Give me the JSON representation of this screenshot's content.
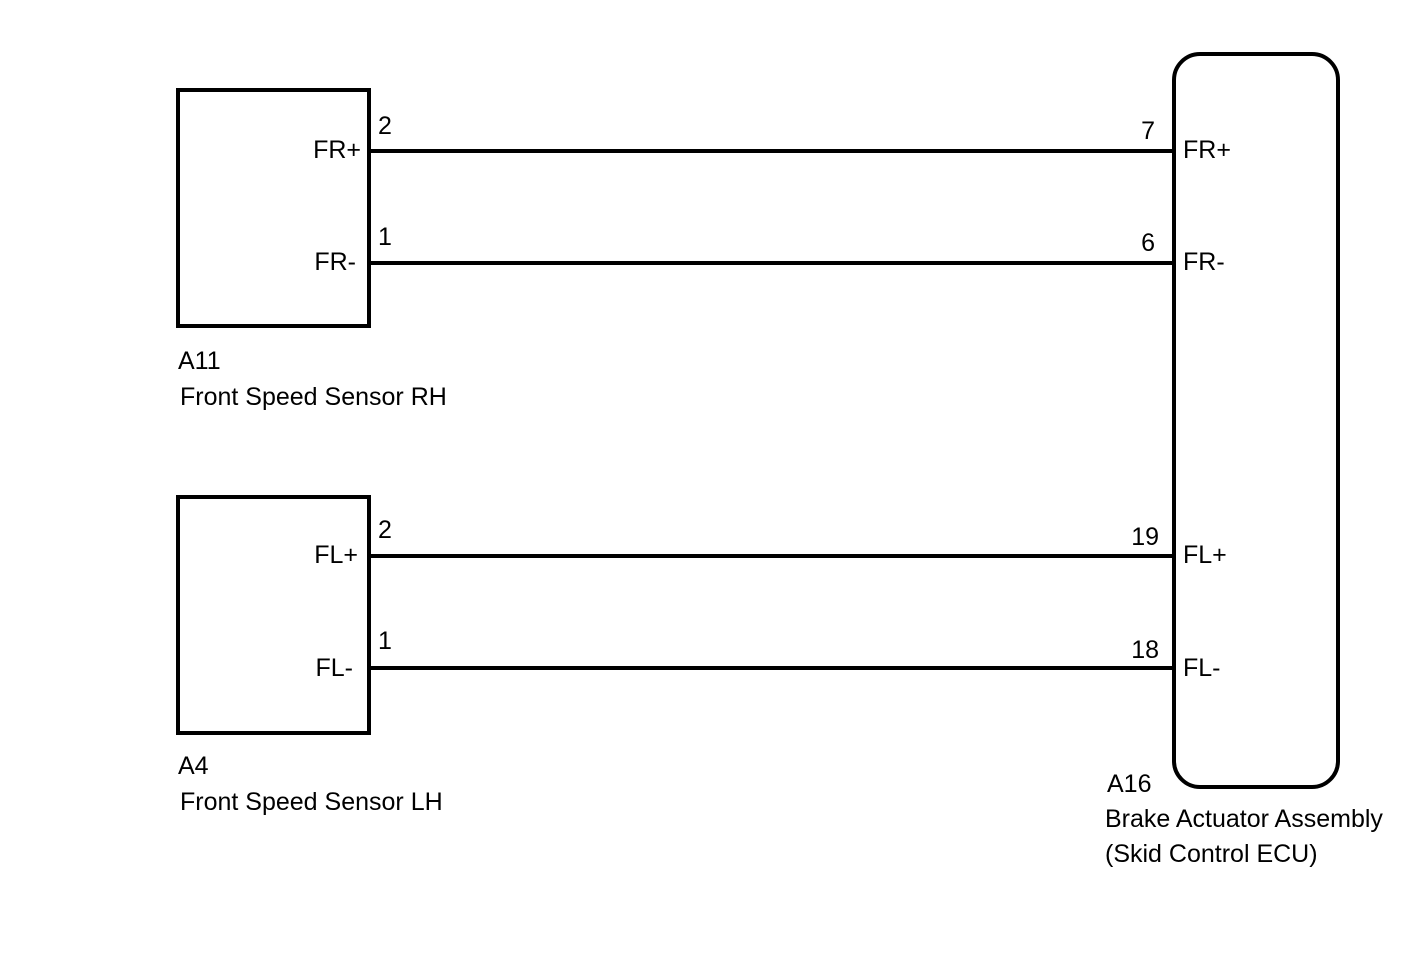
{
  "components": {
    "rh_sensor": {
      "id": "A11",
      "name": "Front Speed Sensor RH",
      "pins": [
        {
          "num": "2",
          "label": "FR+"
        },
        {
          "num": "1",
          "label": "FR-"
        }
      ]
    },
    "lh_sensor": {
      "id": "A4",
      "name": "Front Speed Sensor LH",
      "pins": [
        {
          "num": "2",
          "label": "FL+"
        },
        {
          "num": "1",
          "label": "FL-"
        }
      ]
    },
    "ecu": {
      "id": "A16",
      "name_line1": "Brake Actuator Assembly",
      "name_line2": "(Skid Control ECU)",
      "pins": [
        {
          "num": "7",
          "label": "FR+"
        },
        {
          "num": "6",
          "label": "FR-"
        },
        {
          "num": "19",
          "label": "FL+"
        },
        {
          "num": "18",
          "label": "FL-"
        }
      ]
    }
  },
  "wires": [
    {
      "from": "A11-2 FR+",
      "to": "A16-7 FR+"
    },
    {
      "from": "A11-1 FR-",
      "to": "A16-6 FR-"
    },
    {
      "from": "A4-2 FL+",
      "to": "A16-19 FL+"
    },
    {
      "from": "A4-1 FL-",
      "to": "A16-18 FL-"
    }
  ],
  "colors": {
    "line": "#000000",
    "background": "#ffffff"
  }
}
